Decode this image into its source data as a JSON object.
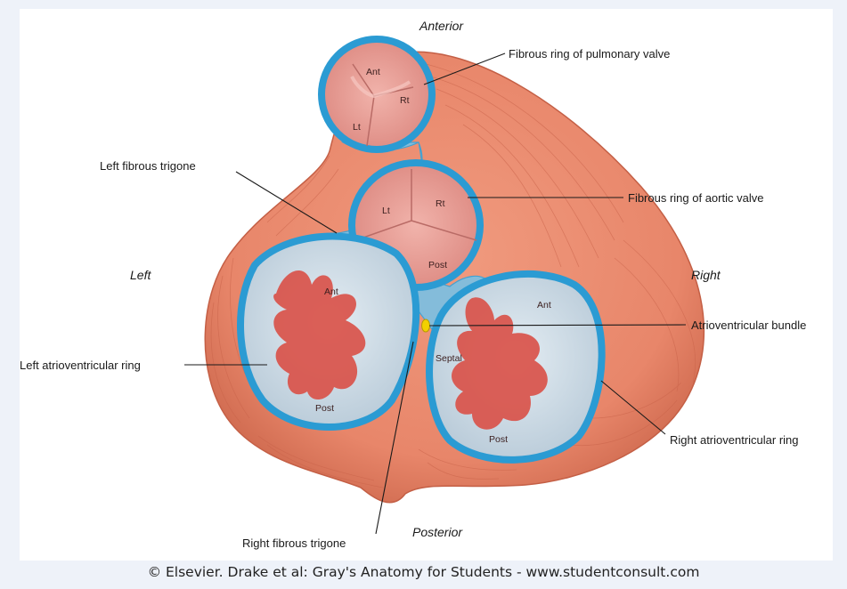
{
  "orientation": {
    "anterior": "Anterior",
    "posterior": "Posterior",
    "left": "Left",
    "right": "Right"
  },
  "callouts": {
    "pulmonary_ring": "Fibrous ring of pulmonary valve",
    "left_trigone": "Left fibrous trigone",
    "aortic_ring": "Fibrous ring of aortic valve",
    "av_bundle": "Atrioventricular bundle",
    "left_av_ring": "Left atrioventricular ring",
    "right_av_ring": "Right atrioventricular ring",
    "right_trigone": "Right fibrous trigone"
  },
  "cusps": {
    "pulmonary": {
      "ant": "Ant",
      "rt": "Rt",
      "lt": "Lt"
    },
    "aortic": {
      "lt": "Lt",
      "rt": "Rt",
      "post": "Post"
    },
    "mitral": {
      "ant": "Ant",
      "post": "Post"
    },
    "tricuspid": {
      "ant": "Ant",
      "septal": "Septal",
      "post": "Post"
    }
  },
  "colors": {
    "muscle": "#e8866a",
    "muscle_dark": "#c9634a",
    "ring": "#2b9bd3",
    "skeleton": "#7fbfe0",
    "valve": "#e79a94",
    "orifice": "#c9d8e3",
    "leaflet": "#d9534a",
    "bundle": "#f2d000"
  },
  "credit": "© Elsevier. Drake et al: Gray's Anatomy for Students - www.studentconsult.com"
}
